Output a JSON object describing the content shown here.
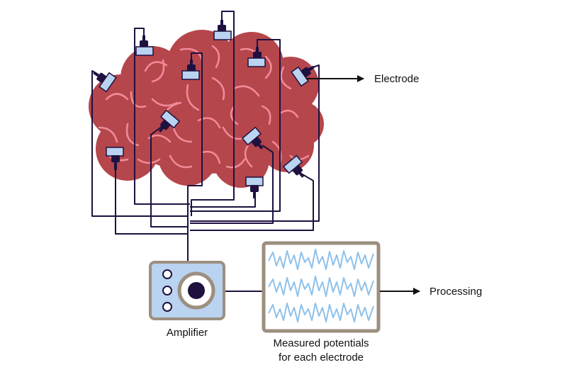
{
  "labels": {
    "electrode": "Electrode",
    "processing": "Processing",
    "amplifier": "Amplifier",
    "measured_line1": "Measured potentials",
    "measured_line2": "for each electrode"
  },
  "colors": {
    "brain": "#b5464b",
    "gyri": "#f08b9a",
    "wire": "#1e1140",
    "electrode_cap": "#b9d3f0",
    "amplifier_fill": "#b9d3f0",
    "frame": "#9c8f80",
    "signal": "#8ec1ea",
    "arrow": "#111111"
  }
}
